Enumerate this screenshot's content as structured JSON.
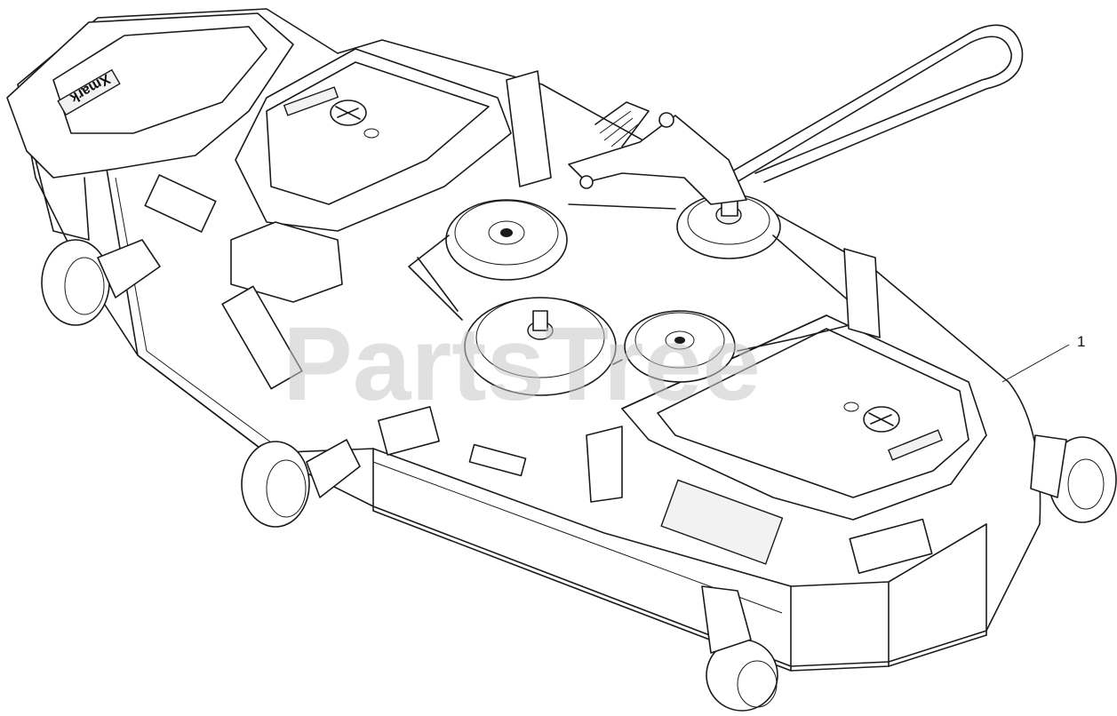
{
  "diagram": {
    "watermark": "PartsTree",
    "logo_text": "Xmark",
    "callouts": [
      {
        "label": "1"
      }
    ]
  },
  "colors": {
    "line": "#1a1a1a",
    "background": "#ffffff",
    "watermark": "#c8c8c8"
  }
}
